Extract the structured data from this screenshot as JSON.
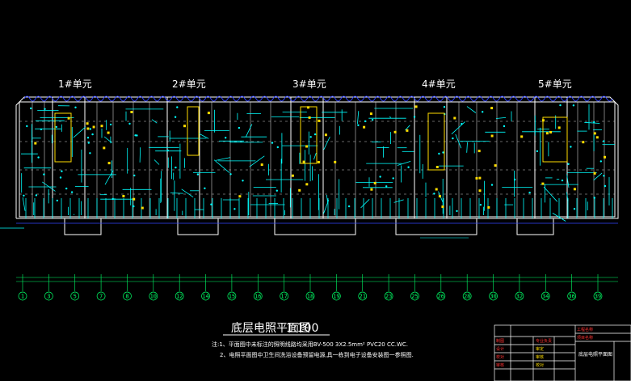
{
  "units": [
    "1#单元",
    "2#单元",
    "3#单元",
    "4#单元",
    "5#单元"
  ],
  "grid_axes": [
    "1",
    "3",
    "5",
    "7",
    "8",
    "10",
    "12",
    "14",
    "15",
    "16",
    "17",
    "18",
    "19",
    "21",
    "23",
    "25",
    "26",
    "28",
    "30",
    "32",
    "34",
    "36",
    "39"
  ],
  "title": "底层电照平面图",
  "scale": "1:100",
  "notes": [
    "注:1、平面图中未标注的照明线路均采用BV-500 3X2.5mm² PVC20 CC.WC.",
    "2、电照平面图中卫生间洗浴设备预留电源,具一栋到电子设备安装图一参照图."
  ],
  "title_block": {
    "drawing_name": "底层电照平面图",
    "rows_left": [
      "制图",
      "设计",
      "校对",
      "审核"
    ],
    "rows_mid": [
      "专业负责",
      "审定",
      "审核",
      "校对"
    ],
    "top_labels": [
      "工程名称",
      "项目名称"
    ]
  },
  "colors": {
    "background": "#000000",
    "wall": "#ffffff",
    "wire": "#00ffff",
    "fixture": "#ffdd00",
    "dimension": "#00ff66",
    "roof": "#3333ff"
  }
}
